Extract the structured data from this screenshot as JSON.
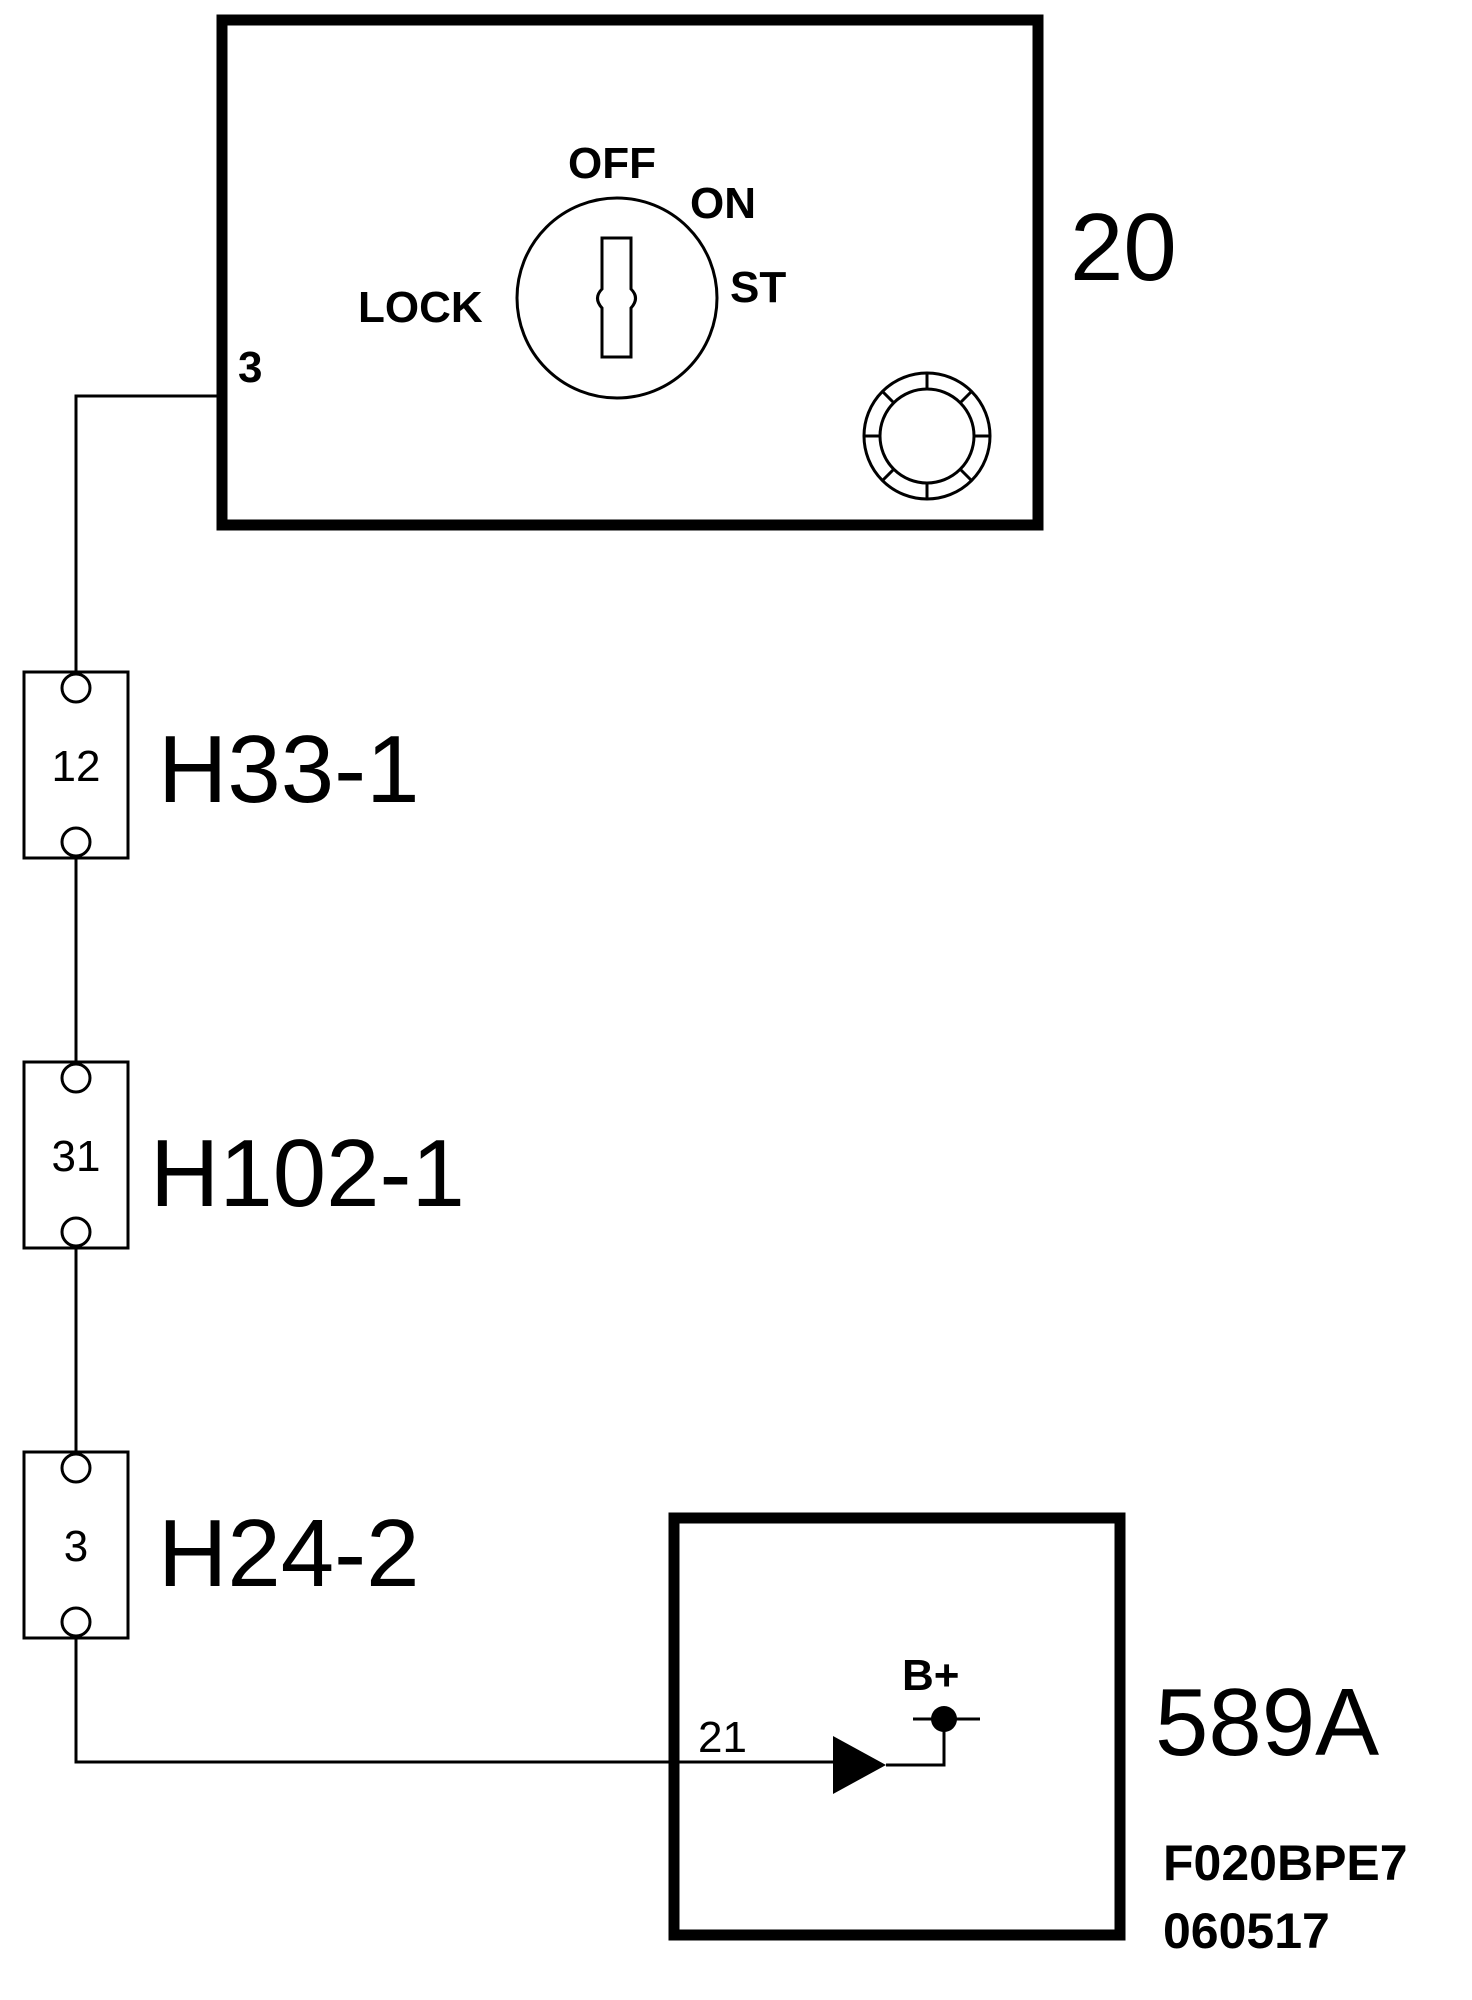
{
  "ignition_switch": {
    "id": "20",
    "positions": {
      "off": "OFF",
      "on": "ON",
      "st": "ST",
      "lock": "LOCK"
    },
    "pin": "3"
  },
  "connectors": [
    {
      "name": "H33-1",
      "pin": "12"
    },
    {
      "name": "H102-1",
      "pin": "31"
    },
    {
      "name": "H24-2",
      "pin": "3"
    }
  ],
  "module": {
    "id": "589A",
    "pin": "21",
    "supply_label": "B+"
  },
  "figure_code": {
    "line1": "F020BPE7",
    "line2": "060517"
  },
  "colors": {
    "line": "#000000",
    "background": "#ffffff"
  }
}
